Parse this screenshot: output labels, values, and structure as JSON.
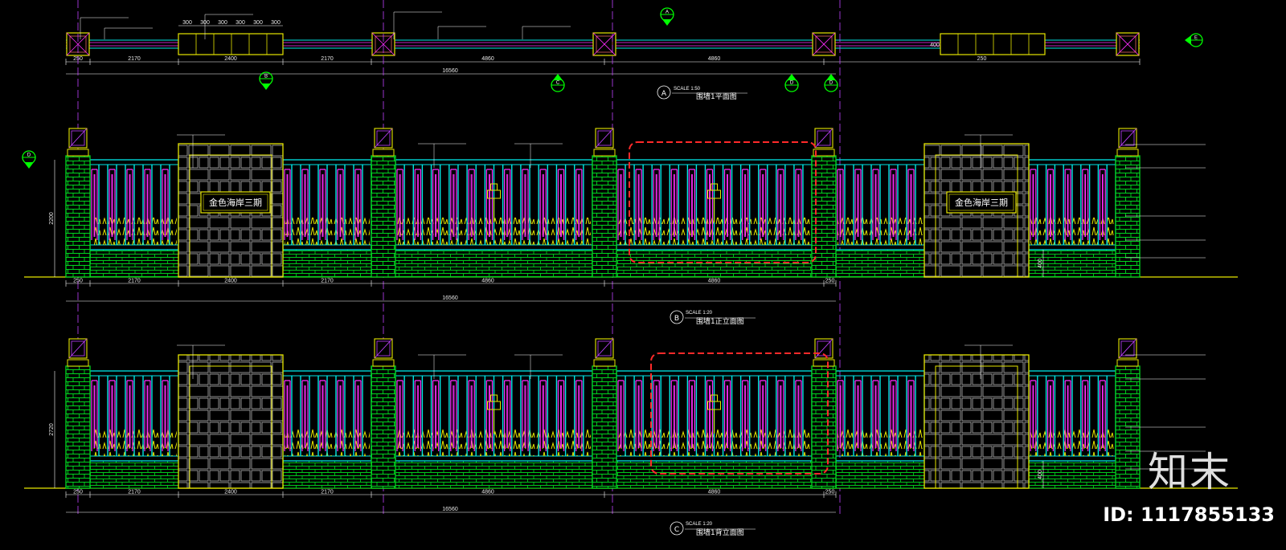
{
  "drawing": {
    "colors": {
      "dimension": "#ffffff",
      "pillar": "#00d820",
      "fence": "#ff2cff",
      "frame": "#00e6e6",
      "outline": "#e6e600",
      "highlight": "#ff2a2a",
      "section_mark": "#00ff00"
    },
    "plan": {
      "label_mark": "A",
      "scale_caption": "SCALE 1:50",
      "title": "围墙1平面图",
      "dims": [
        "250",
        "2170",
        "2400",
        "2170",
        "4860",
        "4860",
        "250"
      ],
      "sub_dims": [
        "300",
        "300",
        "300",
        "300",
        "300",
        "300"
      ],
      "total": "16560",
      "post_dim": "400"
    },
    "front": {
      "label_mark": "B",
      "scale_caption": "SCALE 1:20",
      "title": "围墙1正立面图",
      "dims": [
        "250",
        "2170",
        "2400",
        "2170",
        "4860",
        "4860",
        "250"
      ],
      "total": "16560",
      "sign_text": "金色海岸三期",
      "height_dims": [
        "2200",
        "400"
      ]
    },
    "back": {
      "label_mark": "C",
      "scale_caption": "SCALE 1:20",
      "title": "围墙1背立面图",
      "dims": [
        "250",
        "2170",
        "2400",
        "2170",
        "4860",
        "4860",
        "250"
      ],
      "total": "16560",
      "height_dims": [
        "2720",
        "400"
      ]
    },
    "section_marks": [
      "A",
      "B",
      "C",
      "D",
      "E"
    ]
  },
  "watermark": {
    "brand": "知末",
    "id_text": "ID: 1117855133"
  }
}
